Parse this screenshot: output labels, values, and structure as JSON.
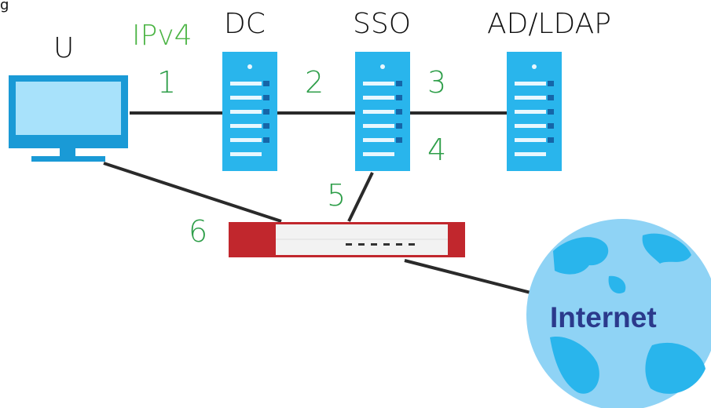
{
  "figure_label": "g",
  "nodes": {
    "user": "U",
    "dc": "DC",
    "sso": "SSO",
    "ad_ldap": "AD/LDAP",
    "internet": "Internet"
  },
  "protocol": "IPv4",
  "steps": [
    "1",
    "2",
    "3",
    "4",
    "5",
    "6"
  ],
  "colors": {
    "server": "#29b5ec",
    "server_line": "#e8f7fe",
    "monitor": "#1a9ad6",
    "screen": "#a8e2fb",
    "firewall_red": "#c1272d",
    "step_green": "#2e9e49",
    "globe_water": "#8fd3f5",
    "globe_land": "#29b5ec",
    "internet_text": "#2b3a8c"
  }
}
